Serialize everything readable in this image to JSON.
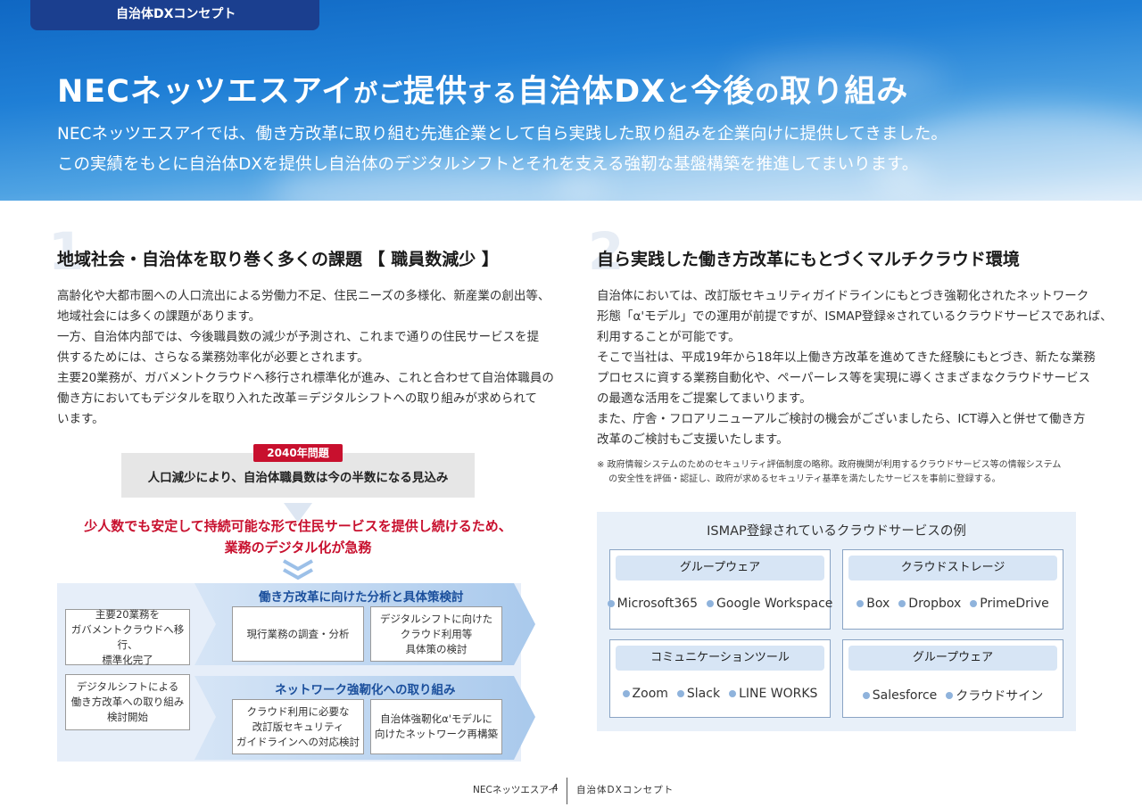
{
  "header": {
    "tab_label": "自治体DXコンセプト",
    "title_parts": [
      "NECネッツエスアイ",
      "がご",
      "提供",
      "する",
      "自治体DX",
      "と",
      "今後",
      "の",
      "取り組み"
    ],
    "subtitle_lines": [
      "NECネッツエスアイでは、働き方改革に取り組む先進企業として自ら実践した取り組みを企業向けに提供してきました。",
      "この実績をもとに自治体DXを提供し自治体のデジタルシフトとそれを支える強靭な基盤構築を推進してまいります。"
    ]
  },
  "section1": {
    "number": "1",
    "title": "地域社会・自治体を取り巻く多くの課題 【 職員数減少 】",
    "body_lines": [
      "高齢化や大都市圏への人口流出による労働力不足、住民ニーズの多様化、新産業の創出等、",
      "地域社会には多くの課題があります。",
      "一方、自治体内部では、今後職員数の減少が予測され、これまで通りの住民サービスを提",
      "供するためには、さらなる業務効率化が必要とされます。",
      "主要20業務が、ガバメントクラウドへ移行され標準化が進み、これと合わせて自治体職員の",
      "働き方においてもデジタルを取り入れた改革＝デジタルシフトへの取り組みが求められて",
      "います。"
    ],
    "badge": "2040年問題",
    "problem": "人口減少により、自治体職員数は今の半数になる見込み",
    "message_lines": [
      "少人数でも安定して持続可能な形で住民サービスを提供し続けるため、",
      "業務のデジタル化が急務"
    ],
    "diagram": {
      "left_boxes": [
        "主要20業務を\nガバメントクラウドへ移行、\n標準化完了",
        "デジタルシフトによる\n働き方改革への取り組み\n検討開始"
      ],
      "upper_title": "働き方改革に向けた分析と具体策検討",
      "upper_boxes": [
        "現行業務の調査・分析",
        "デジタルシフトに向けた\nクラウド利用等\n具体策の検討"
      ],
      "lower_title": "ネットワーク強靭化への取り組み",
      "lower_boxes": [
        "クラウド利用に必要な\n改訂版セキュリティ\nガイドラインへの対応検討",
        "自治体強靭化α'モデルに\n向けたネットワーク再構築"
      ]
    }
  },
  "section2": {
    "number": "2",
    "title": "自ら実践した働き方改革にもとづくマルチクラウド環境",
    "body_lines": [
      "自治体においては、改訂版セキュリティガイドラインにもとづき強靭化されたネットワーク",
      "形態「α'モデル」での運用が前提ですが、ISMAP登録※されているクラウドサービスであれば、",
      "利用することが可能です。",
      "そこで当社は、平成19年から18年以上働き方改革を進めてきた経験にもとづき、新たな業務",
      "プロセスに資する業務自動化や、ペーパーレス等を実現に導くさまざまなクラウドサービス",
      "の最適な活用をご提案してまいります。",
      "また、庁舎・フロアリニューアルご検討の機会がございましたら、ICT導入と併せて働き方",
      "改革のご検討もご支援いたします。"
    ],
    "note_lines": [
      "※ 政府情報システムのためのセキュリティ評価制度の略称。政府機関が利用するクラウドサービス等の情報システム",
      "　 の安全性を評価・認証し、政府が求めるセキュリティ基準を満たしたサービスを事前に登録する。"
    ],
    "ismap": {
      "title": "ISMAP登録されているクラウドサービスの例",
      "cards": [
        {
          "label": "グループウェア",
          "items": [
            "Microsoft365",
            "Google Workspace"
          ]
        },
        {
          "label": "クラウドストレージ",
          "items": [
            "Box",
            "Dropbox",
            "PrimeDrive"
          ]
        },
        {
          "label": "コミュニケーションツール",
          "items": [
            "Zoom",
            "Slack",
            "LINE WORKS"
          ]
        },
        {
          "label": "グループウェア",
          "items": [
            "Salesforce",
            "クラウドサイン"
          ]
        }
      ]
    }
  },
  "footer": {
    "company": "NECネッツエスアイ",
    "page": "4",
    "section": "自治体DXコンセプト"
  },
  "colors": {
    "accent_red": "#c8102e",
    "navy": "#1b3f8f",
    "diagram_blue": "#1b4f9c"
  }
}
